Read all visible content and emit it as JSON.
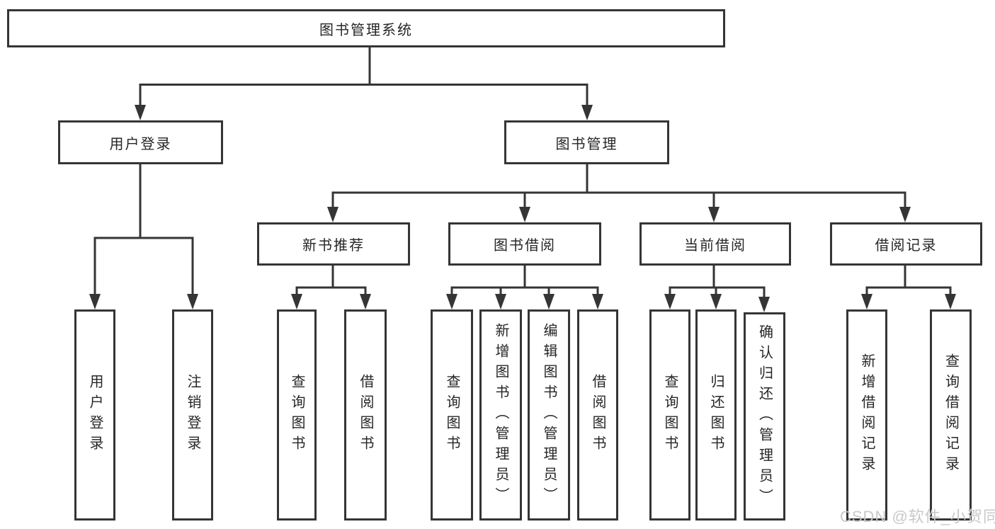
{
  "tree": {
    "root": "图书管理系统",
    "user_login": {
      "label": "用户登录",
      "children": [
        "用户登录",
        "注销登录"
      ]
    },
    "book_mgmt": {
      "label": "图书管理",
      "branches": {
        "new_book_rec": {
          "label": "新书推荐",
          "children": [
            "查询图书",
            "借阅图书"
          ]
        },
        "book_borrow": {
          "label": "图书借阅",
          "children": [
            "查询图书",
            "新增图书（管理员）",
            "编辑图书（管理员）",
            "借阅图书"
          ]
        },
        "current_borrow": {
          "label": "当前借阅",
          "children": [
            "查询图书",
            "归还图书",
            "确认归还（管理员）"
          ]
        },
        "borrow_record": {
          "label": "借阅记录",
          "children": [
            "新增借阅记录",
            "查询借阅记录"
          ]
        }
      }
    }
  },
  "watermark": "CSDN @软件_小贺同学",
  "colors": {
    "line": "#353535",
    "text": "#262626",
    "background": "#ffffff",
    "watermark": "#c9c9c9"
  }
}
